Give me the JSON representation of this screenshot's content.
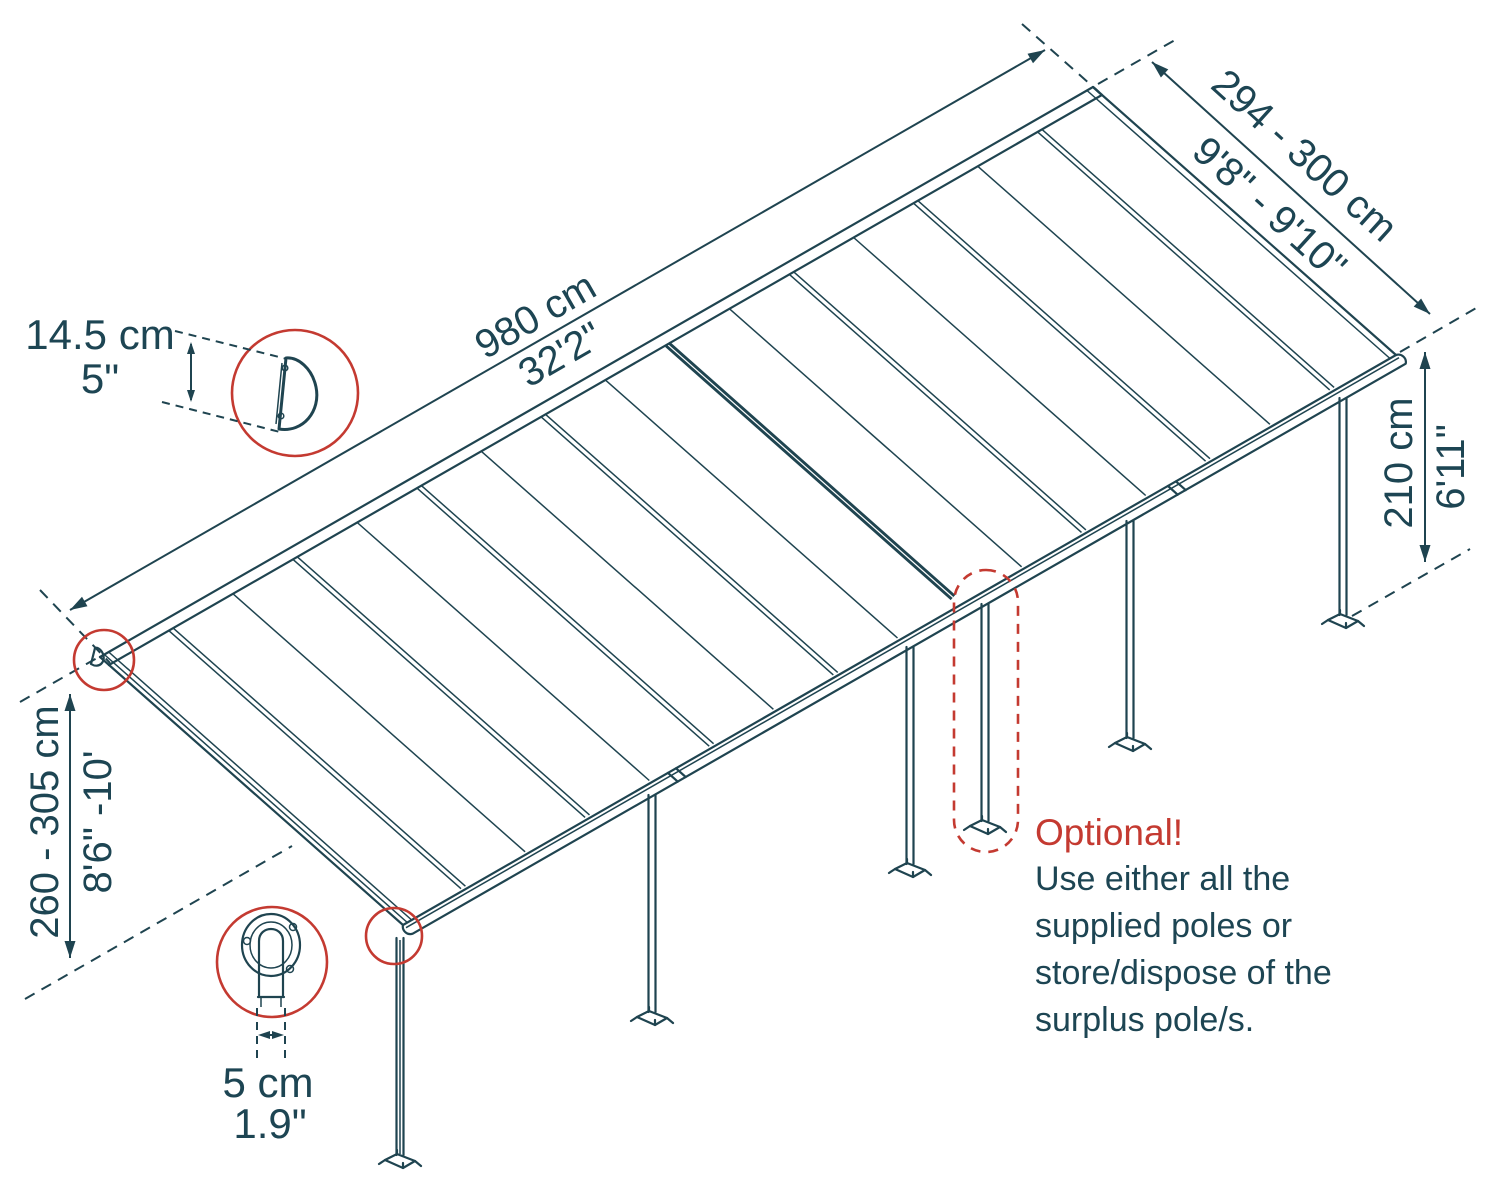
{
  "diagram": {
    "title": "patio-cover-dimensions-diagram",
    "colors": {
      "line": "#1f4450",
      "accent_red": "#c43a31",
      "background": "#ffffff"
    }
  },
  "dimensions": {
    "width": {
      "metric": "980 cm",
      "imperial": "32'2\""
    },
    "depth": {
      "metric": "294 - 300 cm",
      "imperial": "9'8\" - 9'10\""
    },
    "pole_height": {
      "metric": "210 cm",
      "imperial": "6'11\""
    },
    "clearance": {
      "metric": "260 - 305 cm",
      "imperial": "8'6\" -10'"
    },
    "gutter_profile": {
      "metric": "14.5 cm",
      "imperial": "5\""
    },
    "pole_diameter": {
      "metric": "5 cm",
      "imperial": "1.9\""
    }
  },
  "optional_note": {
    "title": "Optional!",
    "lines": [
      "Use either all the",
      "supplied poles or",
      "store/dispose of the",
      "surplus pole/s."
    ]
  },
  "icons": {
    "gutter_profile_detail": "d-profile-cross-section",
    "pole_connector_detail": "pole-top-connector"
  }
}
